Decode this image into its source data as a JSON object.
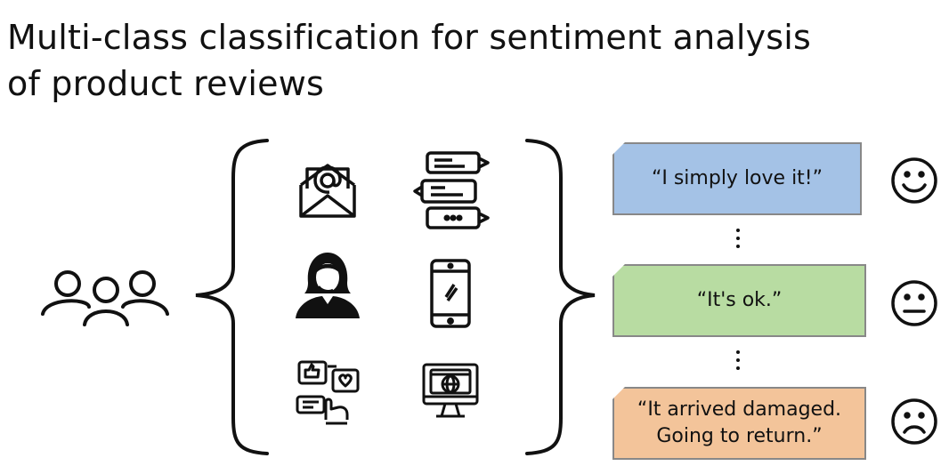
{
  "title": {
    "line1": "Multi-class classification for sentiment analysis",
    "line2": "of product reviews"
  },
  "sources": {
    "left_icon": "users-group-icon",
    "channel_icons": [
      "email-icon",
      "chat-bubbles-icon",
      "customer-support-agent-icon",
      "smartphone-icon",
      "social-media-feedback-icon",
      "web-browser-monitor-icon"
    ]
  },
  "reviews": [
    {
      "text": "“I simply love it!”",
      "color": "#a4c2e6",
      "sentiment_icon": "smiling-face-icon"
    },
    {
      "text": "“It's ok.”",
      "color": "#b8dca2",
      "sentiment_icon": "neutral-face-icon"
    },
    {
      "text": "“It arrived damaged.\nGoing to return.”",
      "color": "#f3c49a",
      "sentiment_icon": "frowning-face-icon"
    }
  ]
}
